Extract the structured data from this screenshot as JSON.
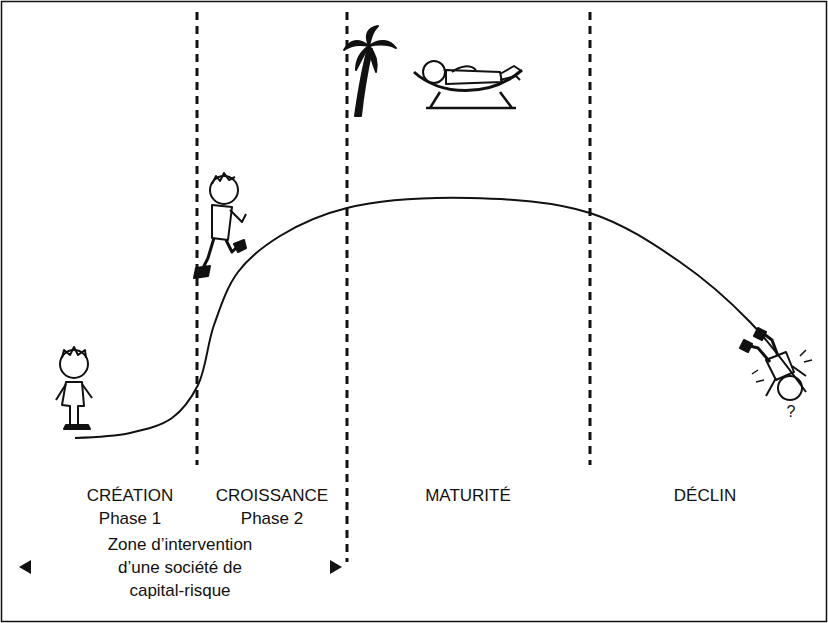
{
  "diagram": {
    "labels": [
      "CRÉATION",
      "Phase 1",
      "CROISSANCE",
      "Phase 2",
      "MATURITÉ",
      "DÉCLIN",
      "Zone d’intervention d’une société de capital-risque",
      "?"
    ]
  }
}
